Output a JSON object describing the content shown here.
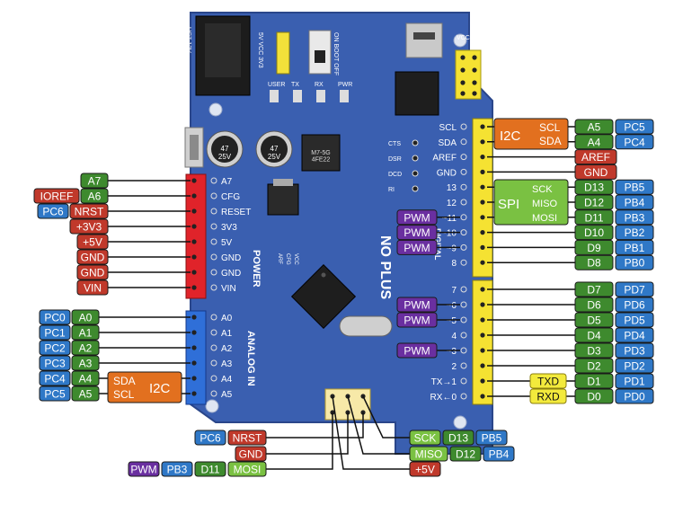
{
  "colors": {
    "board": "#3a5fb0",
    "green": "#3e8a2e",
    "blue": "#2f78c7",
    "red": "#c0392b",
    "purple": "#6a2fa0",
    "orange": "#e2701f",
    "yellow": "#f3ea3c",
    "lime": "#7ac142",
    "header_red": "#e0232a",
    "header_blue": "#2f6fd8",
    "header_yellow": "#f5e232"
  },
  "board": {
    "power_header_labels": [
      "A7",
      "CFG",
      "RESET",
      "3V3",
      "5V",
      "GND",
      "GND",
      "VIN"
    ],
    "power_title": "POWER",
    "analog_header_labels": [
      "A0",
      "A1",
      "A2",
      "A3",
      "A4",
      "A5"
    ],
    "analog_title": "ANALOG IN",
    "top_right_labels": [
      "SCL",
      "SDA",
      "AREF",
      "GND",
      "13",
      "12",
      "~11",
      "~10",
      "~9",
      "8"
    ],
    "bottom_right_labels": [
      "7",
      "~6",
      "~5",
      "4",
      "~3",
      "2",
      "TX→1",
      "RX←0"
    ],
    "digital_title": "DIGITAL",
    "ext_labels": [
      "CTS",
      "DSR",
      "DCD",
      "RI"
    ],
    "leds": [
      "USER",
      "TX",
      "RX",
      "PWR"
    ],
    "jumper_label": "5V VCC 3V3",
    "boot_label": "ON BOOT OFF",
    "vcc_gnd": "VCC GND",
    "cap_text_1": "47\n25V",
    "cap_text_2": "47\n25V",
    "reg_text": "M7-5G\n4FE22",
    "dc_label": "UC7-12V",
    "lr_labels": [
      "ARF",
      "CFG",
      "VCC"
    ],
    "brand_text": "NO PLUS"
  },
  "left_pins": [
    {
      "tags": [
        {
          "t": "A7",
          "c": "green"
        }
      ]
    },
    {
      "tags": [
        {
          "t": "IOREF",
          "c": "red"
        },
        {
          "t": "A6",
          "c": "green"
        }
      ]
    },
    {
      "tags": [
        {
          "t": "PC6",
          "c": "blue"
        },
        {
          "t": "NRST",
          "c": "red"
        }
      ]
    },
    {
      "tags": [
        {
          "t": "+3V3",
          "c": "red"
        }
      ]
    },
    {
      "tags": [
        {
          "t": "+5V",
          "c": "red"
        }
      ]
    },
    {
      "tags": [
        {
          "t": "GND",
          "c": "red"
        }
      ]
    },
    {
      "tags": [
        {
          "t": "GND",
          "c": "red"
        }
      ]
    },
    {
      "tags": [
        {
          "t": "VIN",
          "c": "red"
        }
      ]
    }
  ],
  "analog_pins": [
    {
      "tags": [
        {
          "t": "PC0",
          "c": "blue"
        },
        {
          "t": "A0",
          "c": "green"
        }
      ]
    },
    {
      "tags": [
        {
          "t": "PC1",
          "c": "blue"
        },
        {
          "t": "A1",
          "c": "green"
        }
      ]
    },
    {
      "tags": [
        {
          "t": "PC2",
          "c": "blue"
        },
        {
          "t": "A2",
          "c": "green"
        }
      ]
    },
    {
      "tags": [
        {
          "t": "PC3",
          "c": "blue"
        },
        {
          "t": "A3",
          "c": "green"
        }
      ]
    },
    {
      "tags": [
        {
          "t": "PC4",
          "c": "blue"
        },
        {
          "t": "A4",
          "c": "green"
        }
      ]
    },
    {
      "tags": [
        {
          "t": "PC5",
          "c": "blue"
        },
        {
          "t": "A5",
          "c": "green"
        }
      ]
    }
  ],
  "i2c_left": {
    "title": "I2C",
    "lines": [
      "SDA",
      "SCL"
    ]
  },
  "i2c_right": {
    "title": "I2C",
    "lines": [
      "SCL",
      "SDA"
    ]
  },
  "spi_right": {
    "title": "SPI",
    "lines": [
      "SCK",
      "MISO",
      "MOSI"
    ]
  },
  "right_pins": [
    {
      "tags": [
        {
          "t": "A5",
          "c": "green"
        },
        {
          "t": "PC5",
          "c": "blue"
        }
      ]
    },
    {
      "tags": [
        {
          "t": "A4",
          "c": "green"
        },
        {
          "t": "PC4",
          "c": "blue"
        }
      ]
    },
    {
      "tags": [
        {
          "t": "AREF",
          "c": "red"
        }
      ]
    },
    {
      "tags": [
        {
          "t": "GND",
          "c": "red"
        }
      ]
    },
    {
      "tags": [
        {
          "t": "D13",
          "c": "green"
        },
        {
          "t": "PB5",
          "c": "blue"
        }
      ]
    },
    {
      "tags": [
        {
          "t": "D12",
          "c": "green"
        },
        {
          "t": "PB4",
          "c": "blue"
        }
      ]
    },
    {
      "pwm": "PWM",
      "tags": [
        {
          "t": "D11",
          "c": "green"
        },
        {
          "t": "PB3",
          "c": "blue"
        }
      ]
    },
    {
      "pwm": "PWM",
      "tags": [
        {
          "t": "D10",
          "c": "green"
        },
        {
          "t": "PB2",
          "c": "blue"
        }
      ]
    },
    {
      "pwm": "PWM",
      "tags": [
        {
          "t": "D9",
          "c": "green"
        },
        {
          "t": "PB1",
          "c": "blue"
        }
      ]
    },
    {
      "tags": [
        {
          "t": "D8",
          "c": "green"
        },
        {
          "t": "PB0",
          "c": "blue"
        }
      ]
    },
    {
      "tags": [
        {
          "t": "D7",
          "c": "green"
        },
        {
          "t": "PD7",
          "c": "blue"
        }
      ]
    },
    {
      "pwm": "PWM",
      "tags": [
        {
          "t": "D6",
          "c": "green"
        },
        {
          "t": "PD6",
          "c": "blue"
        }
      ]
    },
    {
      "pwm": "PWM",
      "tags": [
        {
          "t": "D5",
          "c": "green"
        },
        {
          "t": "PD5",
          "c": "blue"
        }
      ]
    },
    {
      "tags": [
        {
          "t": "D4",
          "c": "green"
        },
        {
          "t": "PD4",
          "c": "blue"
        }
      ]
    },
    {
      "pwm": "PWM",
      "tags": [
        {
          "t": "D3",
          "c": "green"
        },
        {
          "t": "PD3",
          "c": "blue"
        }
      ]
    },
    {
      "tags": [
        {
          "t": "D2",
          "c": "green"
        },
        {
          "t": "PD2",
          "c": "blue"
        }
      ]
    },
    {
      "pre": {
        "t": "TXD",
        "c": "yellow"
      },
      "tags": [
        {
          "t": "D1",
          "c": "green"
        },
        {
          "t": "PD1",
          "c": "blue"
        }
      ]
    },
    {
      "pre": {
        "t": "RXD",
        "c": "yellow"
      },
      "tags": [
        {
          "t": "D0",
          "c": "green"
        },
        {
          "t": "PD0",
          "c": "blue"
        }
      ]
    }
  ],
  "icsp_left": [
    {
      "tags": [
        {
          "t": "PC6",
          "c": "blue"
        },
        {
          "t": "NRST",
          "c": "red"
        }
      ]
    },
    {
      "tags": [
        {
          "t": "GND",
          "c": "red"
        }
      ]
    },
    {
      "tags": [
        {
          "t": "PWM",
          "c": "purple"
        },
        {
          "t": "PB3",
          "c": "blue"
        },
        {
          "t": "D11",
          "c": "green"
        },
        {
          "t": "MOSI",
          "c": "lime"
        }
      ]
    }
  ],
  "icsp_right": [
    {
      "tags": [
        {
          "t": "SCK",
          "c": "lime"
        },
        {
          "t": "D13",
          "c": "green"
        },
        {
          "t": "PB5",
          "c": "blue"
        }
      ]
    },
    {
      "tags": [
        {
          "t": "MISO",
          "c": "lime"
        },
        {
          "t": "D12",
          "c": "green"
        },
        {
          "t": "PB4",
          "c": "blue"
        }
      ]
    },
    {
      "tags": [
        {
          "t": "+5V",
          "c": "red"
        }
      ]
    }
  ]
}
